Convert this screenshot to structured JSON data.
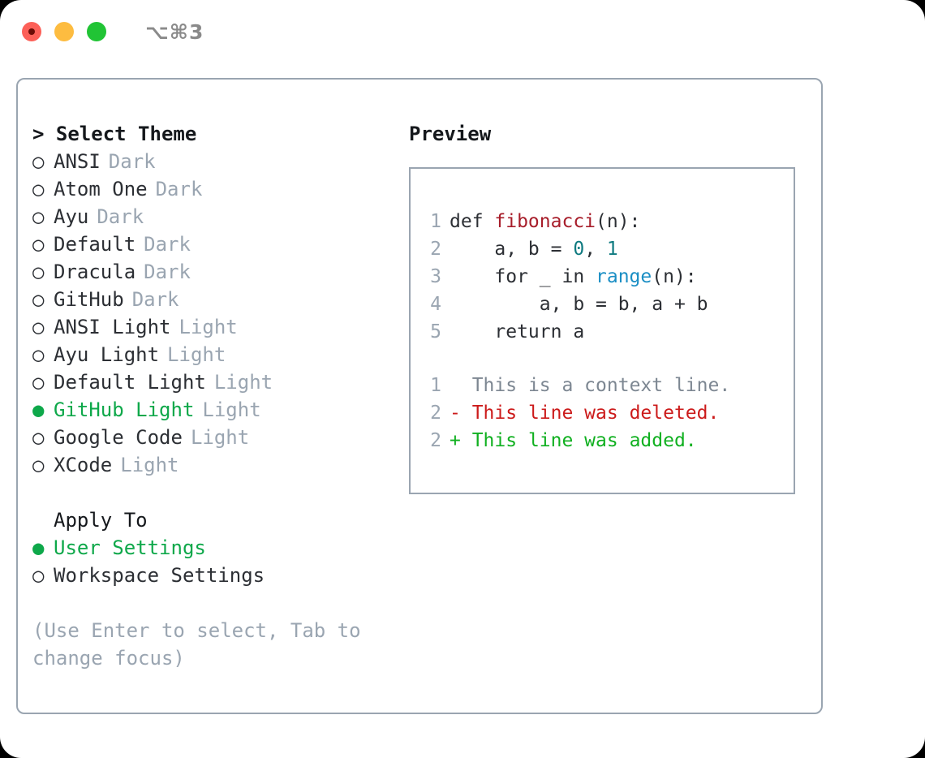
{
  "window": {
    "shortcut": "⌥⌘3",
    "traffic_lights": [
      "close",
      "minimize",
      "maximize"
    ]
  },
  "theme_picker": {
    "header": "> Select Theme",
    "selected_bullet": "●",
    "unselected_bullet": "○",
    "accent_color": "#0ea84a",
    "muted_color": "#9aa5b1",
    "items": [
      {
        "bullet": "○",
        "label": "ANSI",
        "tag": "Dark",
        "selected": false
      },
      {
        "bullet": "○",
        "label": "Atom One",
        "tag": "Dark",
        "selected": false
      },
      {
        "bullet": "○",
        "label": "Ayu",
        "tag": "Dark",
        "selected": false
      },
      {
        "bullet": "○",
        "label": "Default",
        "tag": "Dark",
        "selected": false
      },
      {
        "bullet": "○",
        "label": "Dracula",
        "tag": "Dark",
        "selected": false
      },
      {
        "bullet": "○",
        "label": "GitHub",
        "tag": "Dark",
        "selected": false
      },
      {
        "bullet": "○",
        "label": "ANSI Light",
        "tag": "Light",
        "selected": false
      },
      {
        "bullet": "○",
        "label": "Ayu Light",
        "tag": "Light",
        "selected": false
      },
      {
        "bullet": "○",
        "label": "Default Light",
        "tag": "Light",
        "selected": false
      },
      {
        "bullet": "●",
        "label": "GitHub Light",
        "tag": "Light",
        "selected": true
      },
      {
        "bullet": "○",
        "label": "Google Code",
        "tag": "Light",
        "selected": false
      },
      {
        "bullet": "○",
        "label": "XCode",
        "tag": "Light",
        "selected": false
      }
    ]
  },
  "apply_to": {
    "header": "Apply To",
    "items": [
      {
        "bullet": "●",
        "label": "User Settings",
        "selected": true
      },
      {
        "bullet": "○",
        "label": "Workspace Settings",
        "selected": false
      }
    ]
  },
  "hint": "(Use Enter to select, Tab to change focus)",
  "preview": {
    "header": "Preview",
    "code_lines": [
      {
        "no": "1",
        "segments": [
          {
            "text": "def ",
            "kind": "plain"
          },
          {
            "text": "fibonacci",
            "kind": "func"
          },
          {
            "text": "(n):",
            "kind": "plain"
          }
        ]
      },
      {
        "no": "2",
        "segments": [
          {
            "text": "    a, b = ",
            "kind": "plain"
          },
          {
            "text": "0",
            "kind": "num"
          },
          {
            "text": ", ",
            "kind": "plain"
          },
          {
            "text": "1",
            "kind": "num"
          }
        ]
      },
      {
        "no": "3",
        "segments": [
          {
            "text": "    for _ in ",
            "kind": "plain"
          },
          {
            "text": "range",
            "kind": "call"
          },
          {
            "text": "(n):",
            "kind": "plain"
          }
        ]
      },
      {
        "no": "4",
        "segments": [
          {
            "text": "        a, b = b, a + b",
            "kind": "plain"
          }
        ]
      },
      {
        "no": "5",
        "segments": [
          {
            "text": "    return a",
            "kind": "plain"
          }
        ]
      }
    ],
    "diff_lines": [
      {
        "no": "1",
        "marker": " ",
        "text": "This is a context line.",
        "kind": "context"
      },
      {
        "no": "2",
        "marker": "-",
        "text": "This line was deleted.",
        "kind": "deleted"
      },
      {
        "no": "2",
        "marker": "+",
        "text": "This line was added.",
        "kind": "added"
      }
    ],
    "colors": {
      "function": "#a71d2a",
      "number": "#0f7a80",
      "builtin": "#1a8ec4",
      "lineno": "#9aa5b1",
      "context": "#7d8792",
      "deleted": "#cc1b1b",
      "added": "#10b020",
      "border": "#9aa5b1"
    }
  }
}
